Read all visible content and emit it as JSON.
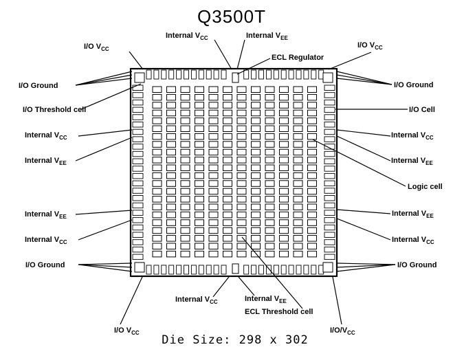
{
  "title": "Q3500T",
  "footer": "Die Size: 298 x 302",
  "labels": {
    "io_vcc_top_left": {
      "main": "I/O V",
      "sub": "CC"
    },
    "internal_vcc_top": {
      "main": "Internal V",
      "sub": "CC"
    },
    "internal_vee_top": {
      "main": "Internal V",
      "sub": "EE"
    },
    "io_vcc_top_right": {
      "main": "I/O V",
      "sub": "CC"
    },
    "ecl_regulator": {
      "main": "ECL Regulator"
    },
    "io_ground_left_top": {
      "main": "I/O Ground"
    },
    "io_ground_right_top": {
      "main": "I/O Ground"
    },
    "io_threshold_cell": {
      "main": "I/O Threshold cell"
    },
    "io_cell": {
      "main": "I/O Cell"
    },
    "internal_vcc_left_upper": {
      "main": "Internal V",
      "sub": "CC"
    },
    "internal_vcc_right_upper": {
      "main": "Internal V",
      "sub": "CC"
    },
    "internal_vee_left_upper": {
      "main": "Internal V",
      "sub": "EE"
    },
    "internal_vee_right_upper": {
      "main": "Internal V",
      "sub": "EE"
    },
    "logic_cell": {
      "main": "Logic cell"
    },
    "internal_vee_left_lower": {
      "main": "Internal V",
      "sub": "EE"
    },
    "internal_vee_right_lower": {
      "main": "Internal V",
      "sub": "EE"
    },
    "internal_vcc_left_lower": {
      "main": "Internal V",
      "sub": "CC"
    },
    "internal_vcc_right_lower": {
      "main": "Internal V",
      "sub": "CC"
    },
    "io_ground_left_bottom": {
      "main": "I/O Ground"
    },
    "io_ground_right_bottom": {
      "main": "I/O Ground"
    },
    "internal_vcc_bottom": {
      "main": "Internal V",
      "sub": "CC"
    },
    "internal_vee_bottom": {
      "main": "Internal V",
      "sub": "EE"
    },
    "ecl_threshold_cell": {
      "main": "ECL Threshold cell"
    },
    "io_vcc_bottom_left": {
      "main": "I/O V",
      "sub": "CC"
    },
    "io_vcc_bottom_right": {
      "main": "I/O/V",
      "sub": "CC"
    }
  }
}
